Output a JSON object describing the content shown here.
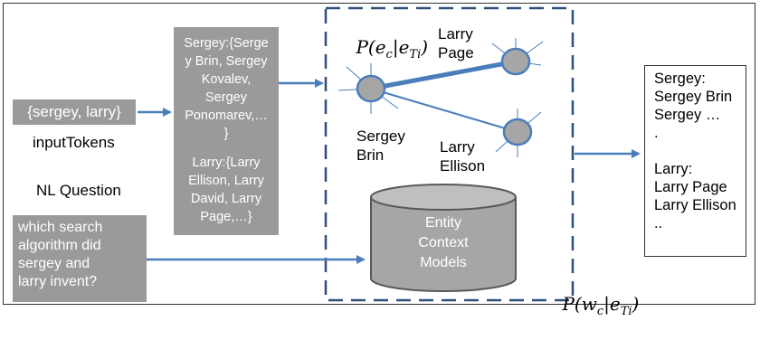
{
  "input": {
    "tokens": "{sergey, larry}",
    "tokens_caption": "inputTokens",
    "question_caption": "NL Question",
    "question": "which search\nalgorithm did\nsergey and\nlarry invent?"
  },
  "candidates": {
    "sergey": "Sergey:{Serge\ny Brin, Sergey\nKovalev,\nSergey\nPonomarev,…\n}",
    "larry": "Larry:{Larry\nEllison, Larry\nDavid, Larry\nPage,…}"
  },
  "model": {
    "entity_prob": "P(e_c|e_Ti)",
    "word_prob": "P(w_c|e_Ti)",
    "nodes": {
      "larry_page": "Larry\nPage",
      "sergey_brin": "Sergey\nBrin",
      "larry_ellison": "Larry\nEllison"
    },
    "db_label": "Entity\nContext\nModels"
  },
  "output": {
    "line1": "Sergey:",
    "line2": "Sergey Brin",
    "line3": "Sergey …",
    "line4": ".",
    "line5": "Larry:",
    "line6": "Larry Page",
    "line7": "Larry Ellison",
    "line8": ".."
  },
  "colors": {
    "arrow": "#4a7ebb",
    "dashed_border": "#2e4f7a",
    "box_fill": "#9a9a9a",
    "node_fill": "#a6a6a6",
    "node_border": "#4a7ebb"
  }
}
